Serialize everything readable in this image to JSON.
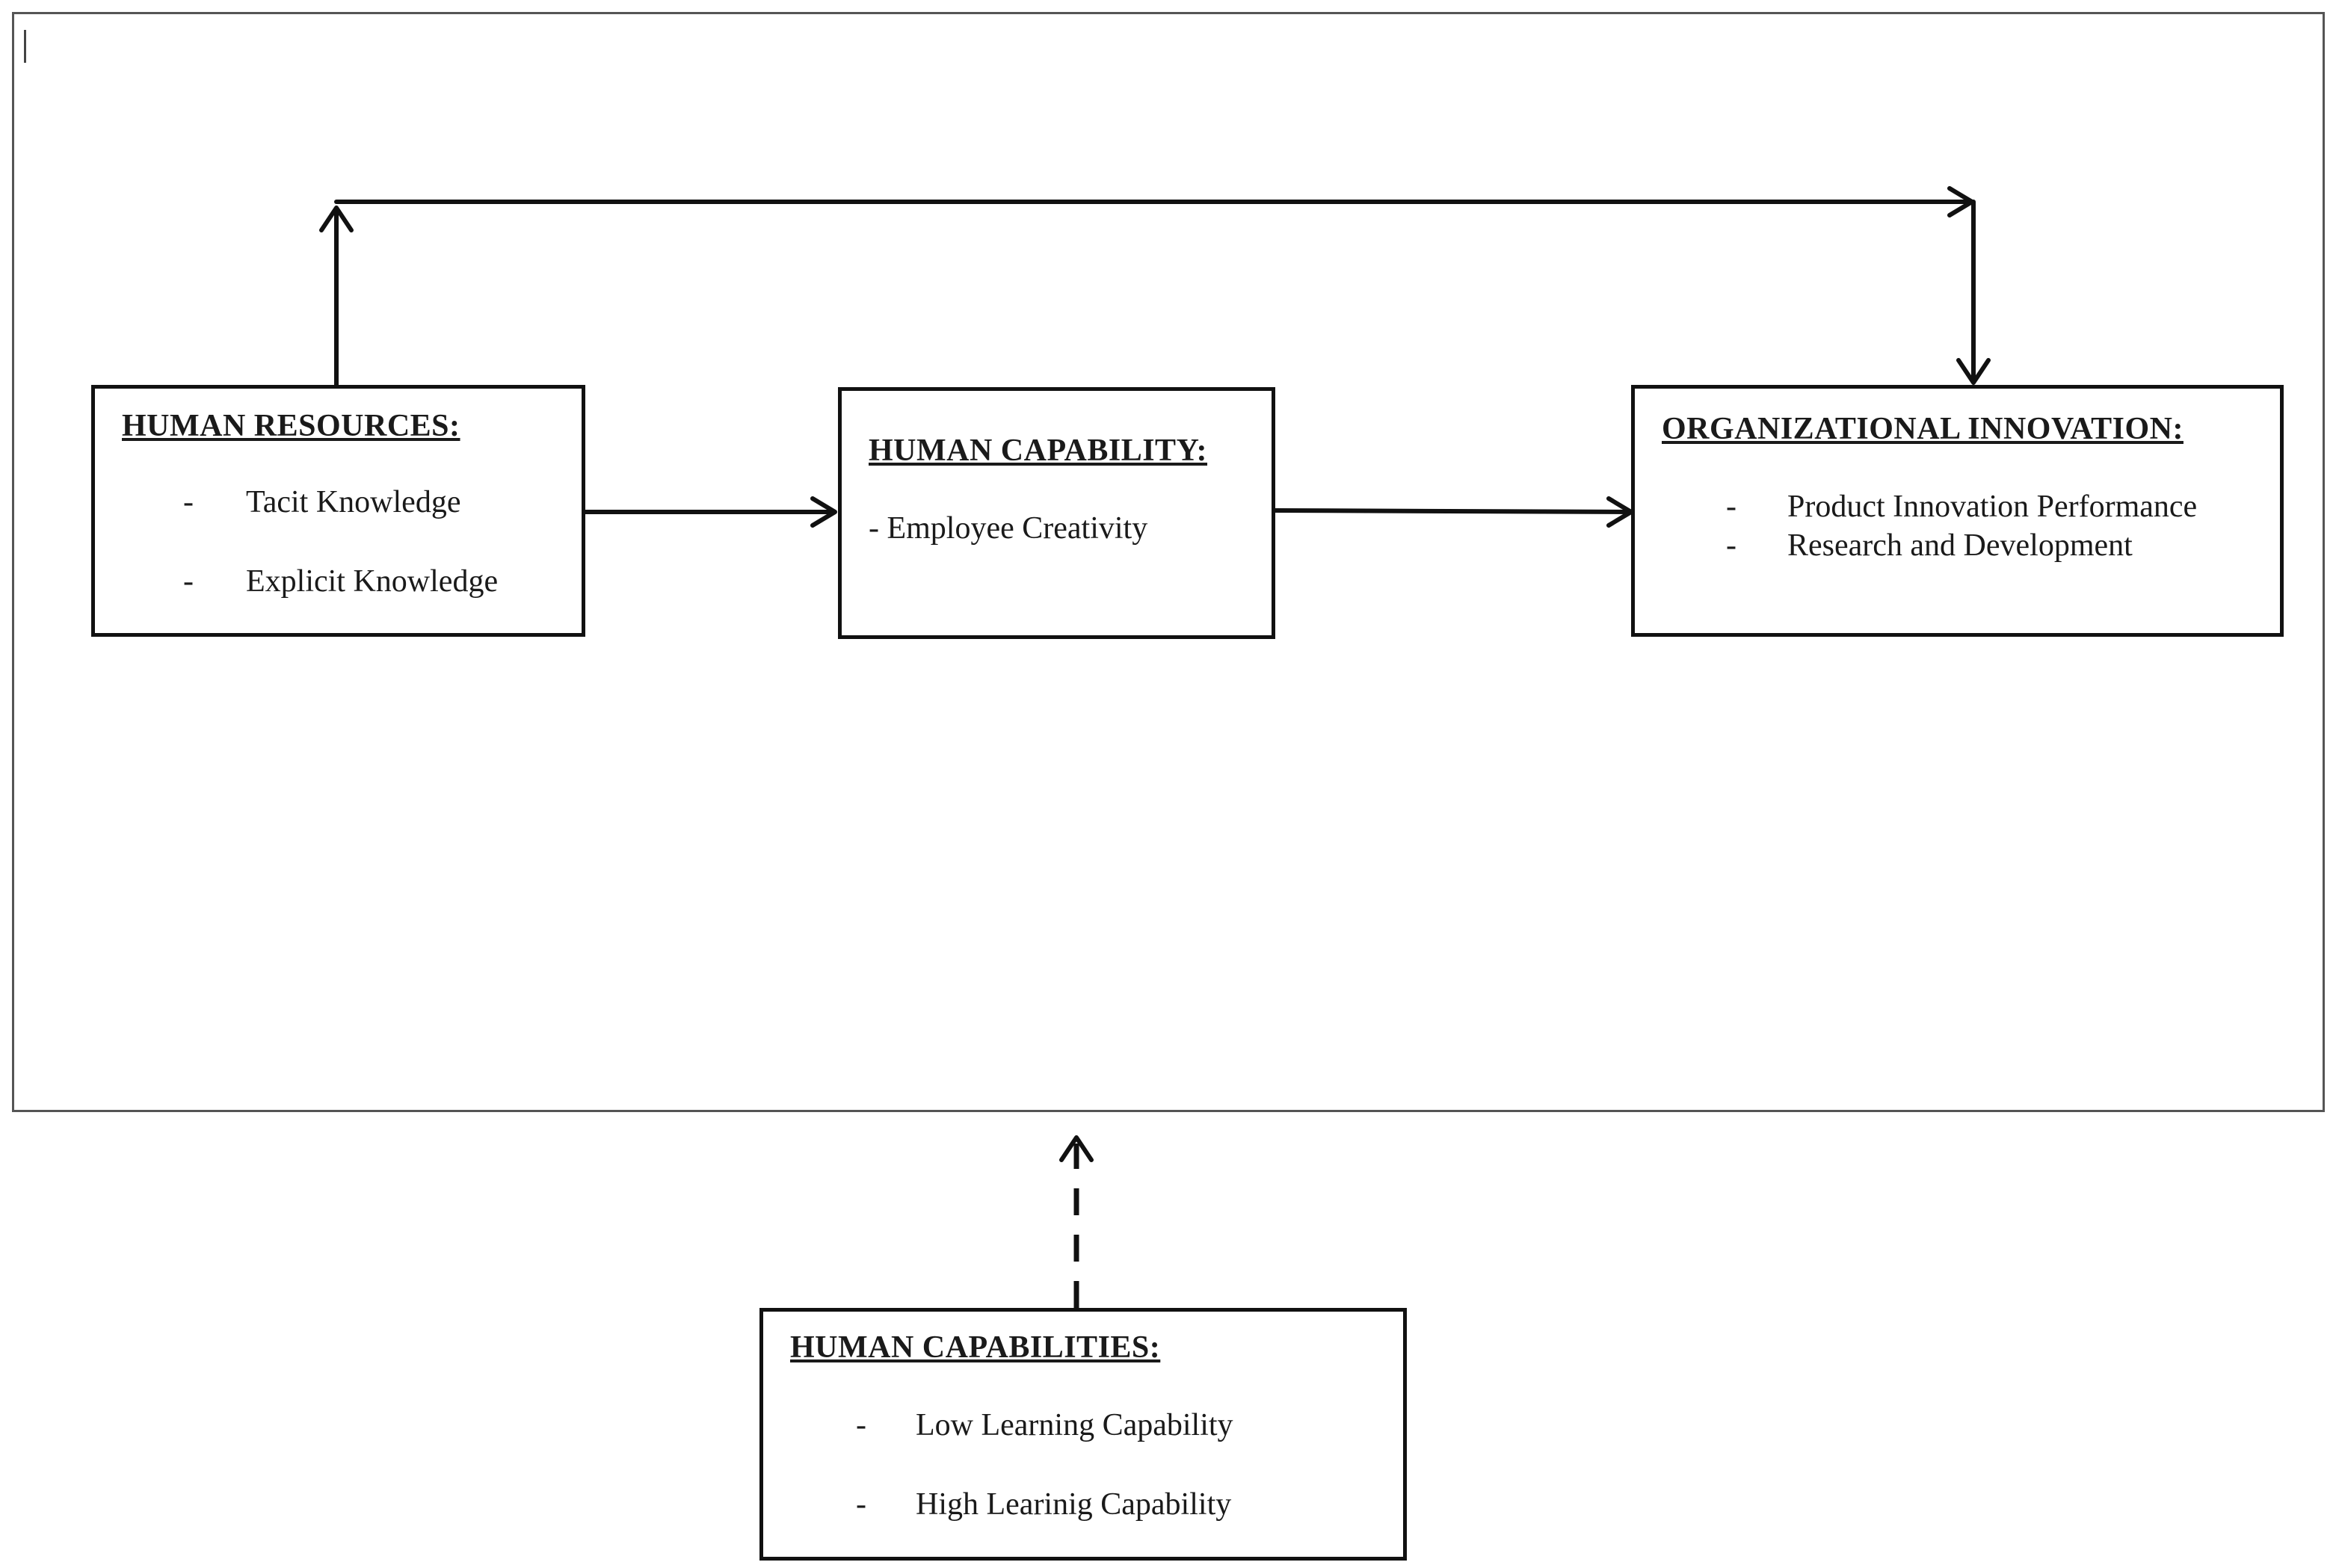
{
  "human_resources": {
    "title": "HUMAN RESOURCES:",
    "items": [
      "Tacit Knowledge",
      "Explicit Knowledge"
    ],
    "bullet": "-"
  },
  "human_capability": {
    "title": "HUMAN CAPABILITY:",
    "item": "- Employee Creativity"
  },
  "organizational_innovation": {
    "title": "ORGANIZATIONAL INNOVATION:",
    "items": [
      "Product Innovation Performance",
      "Research and Development"
    ],
    "bullet": "-"
  },
  "human_capabilities": {
    "title": "HUMAN CAPABILITIES:",
    "items": [
      "Low Learning Capability",
      "High Learinig Capability"
    ],
    "bullet": "-"
  }
}
